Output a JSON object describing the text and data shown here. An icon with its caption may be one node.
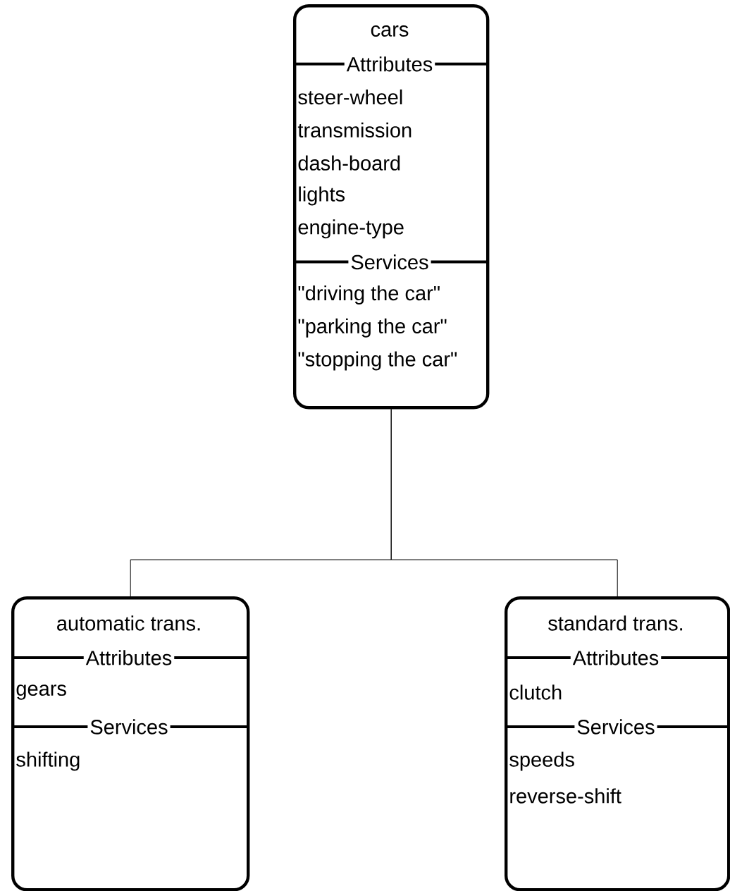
{
  "diagram": {
    "nodes": [
      {
        "text": [
          "cars",
          "Attributes",
          "steer-wheel",
          "transmission",
          "dash-board",
          "lights",
          "engine-type",
          "Services",
          "\"driving the car\"",
          "\"parking the car\"",
          "\"stopping the car\""
        ]
      },
      {
        "text": [
          "automatic trans.",
          "Attributes",
          "gears",
          "Services",
          "shifting"
        ]
      },
      {
        "text": [
          "standard trans.",
          "Attributes",
          "clutch",
          "Services",
          "speeds",
          "reverse-shift"
        ]
      }
    ],
    "edges": [
      {
        "from": 0,
        "to": 1,
        "arrow": "none"
      },
      {
        "from": 0,
        "to": 2,
        "arrow": "none"
      }
    ]
  }
}
